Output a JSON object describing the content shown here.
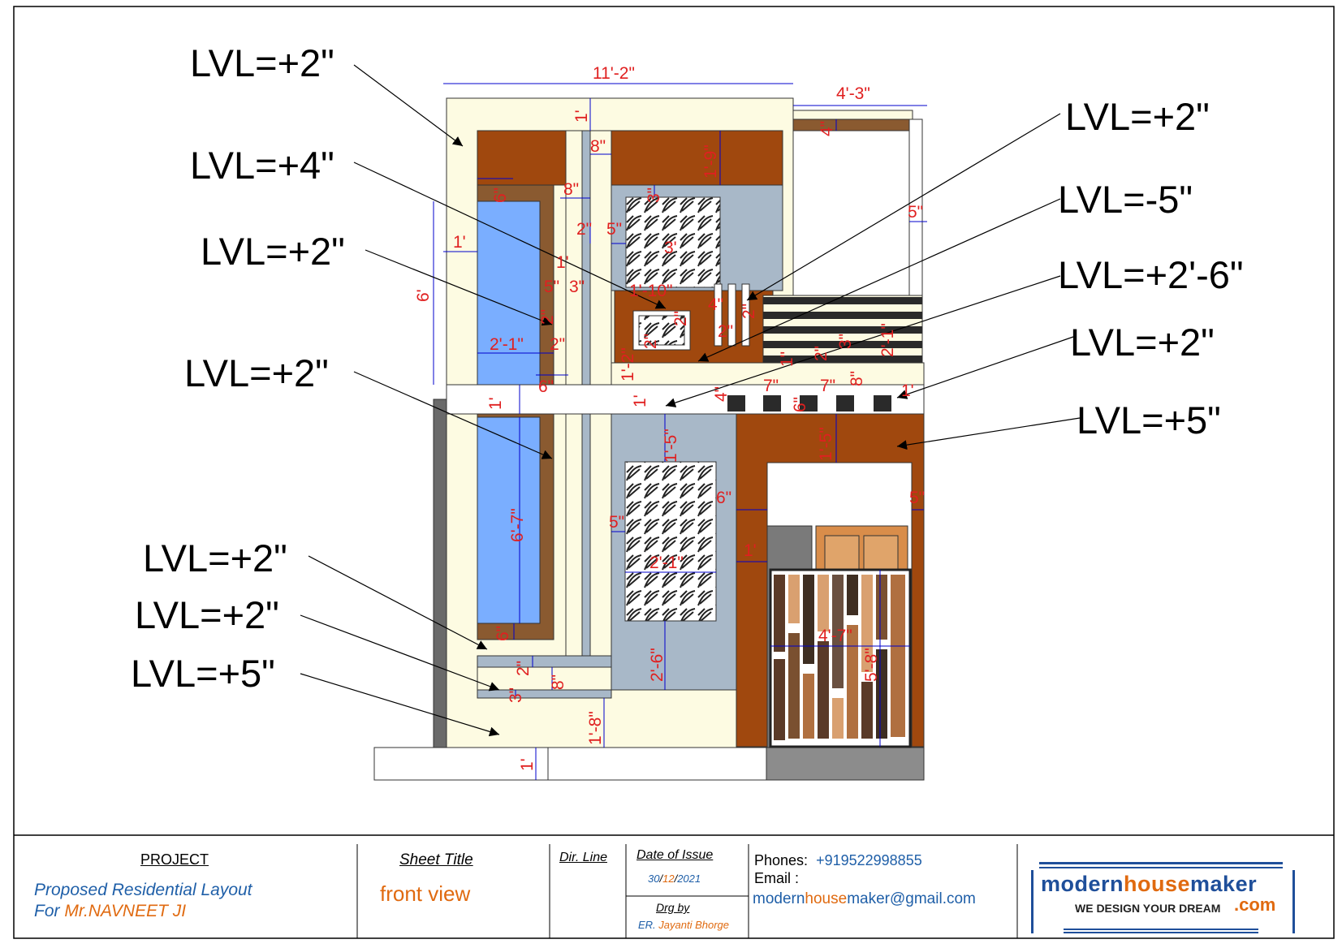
{
  "levels": {
    "l1": "LVL=+2\"",
    "l2": "LVL=+4\"",
    "l3": "LVL=+2\"",
    "l4": "LVL=+2\"",
    "l5": "LVL=+2\"",
    "l6": "LVL=+2\"",
    "l7": "LVL=+5\"",
    "r1": "LVL=+2\"",
    "r2": "LVL=-5\"",
    "r3": "LVL=+2'-6\"",
    "r4": "LVL=+2\"",
    "r5": "LVL=+5\""
  },
  "dims": {
    "d_11_2": "11'-2\"",
    "d_4_3": "4'-3\"",
    "d_1_top": "1'",
    "d_4_top": "4\"",
    "d_8_a": "8\"",
    "d_1_9": "1'-9\"",
    "d_6_a": "6\"",
    "d_8_b": "8\"",
    "d_3_a": "3\"",
    "d_5_a": "5\"",
    "d_2_a": "2\"",
    "d_5_b": "5\"",
    "d_3_b": "3'",
    "d_1_a": "1'",
    "d_6ft": "6'",
    "d_1_b": "1'",
    "d_5_c": "5\"",
    "d_3_c": "3\"",
    "d_4_10": "1'-10\"",
    "d_4_a": "4\"",
    "d_2_b": "2\"",
    "d_2_c": "2\"",
    "d_2_d": "2\"",
    "d_2_1": "2'-1\"",
    "d_2_e": "2\"",
    "d_1_2": "1'-2\"",
    "d_2_f": "2\"",
    "d_1_c": "1\"",
    "d_2_g": "2\"",
    "d_3_d": "3\"",
    "d_2_1b": "2'-1\"",
    "d_8_c": "8\"",
    "d_6_b": "6\"",
    "d_1_d": "1'",
    "d_1_e": "1'",
    "d_4_b": "4\"",
    "d_7_a": "7\"",
    "d_6_c": "6\"",
    "d_7_b": "7\"",
    "d_1_f": "1'",
    "d_1_5a": "1'-5\"",
    "d_1_5b": "1'-5\"",
    "d_6_7": "6'-7\"",
    "d_6_d": "6\"",
    "d_5_d": "5\"",
    "d_5_e": "5\"",
    "d_1_g": "1'",
    "d_2_1c": "2'-1\"",
    "d_4_7": "4'-7\"",
    "d_5_8": "5'-8\"",
    "d_6_e": "6\"",
    "d_2_6": "2'-6\"",
    "d_2_h": "2\"",
    "d_8_d": "8\"",
    "d_3_e": "3\"",
    "d_1_8": "1'-8\"",
    "d_1_h": "1'"
  },
  "title_block": {
    "project_heading": "PROJECT",
    "project_line1": "Proposed Residential Layout",
    "project_line2_prefix": "For ",
    "project_line2_name": "Mr.NAVNEET  JI",
    "sheet_title_heading": "Sheet Title",
    "sheet_title_value": "front view",
    "dir_line_heading": "Dir. Line",
    "date_heading": "Date of Issue",
    "date_day": "30",
    "date_sep1": "/",
    "date_month": "12",
    "date_sep2": "/",
    "date_year": "2021",
    "drg_heading": "Drg by",
    "drg_prefix": "ER. ",
    "drg_name": "Jayanti Bhorge",
    "phones_label": "Phones:",
    "phones_value": "+919522998855",
    "email_label": "Email :",
    "email_part1": "modern",
    "email_part2": "house",
    "email_part3": "maker",
    "email_part4": "@gmail.com"
  },
  "logo": {
    "word1": "modern",
    "word2": "house",
    "word3": "maker",
    "tagline": "WE DESIGN YOUR DREAM",
    "tld": ".com"
  },
  "colors": {
    "brown": "#a0480e",
    "light_brown": "#8a5a30",
    "cream": "#fdfbe2",
    "glass_blue": "#7aaeff",
    "stone_grey": "#a8b8c8",
    "dim_red": "#e02020",
    "dim_blue": "#0000cc"
  }
}
